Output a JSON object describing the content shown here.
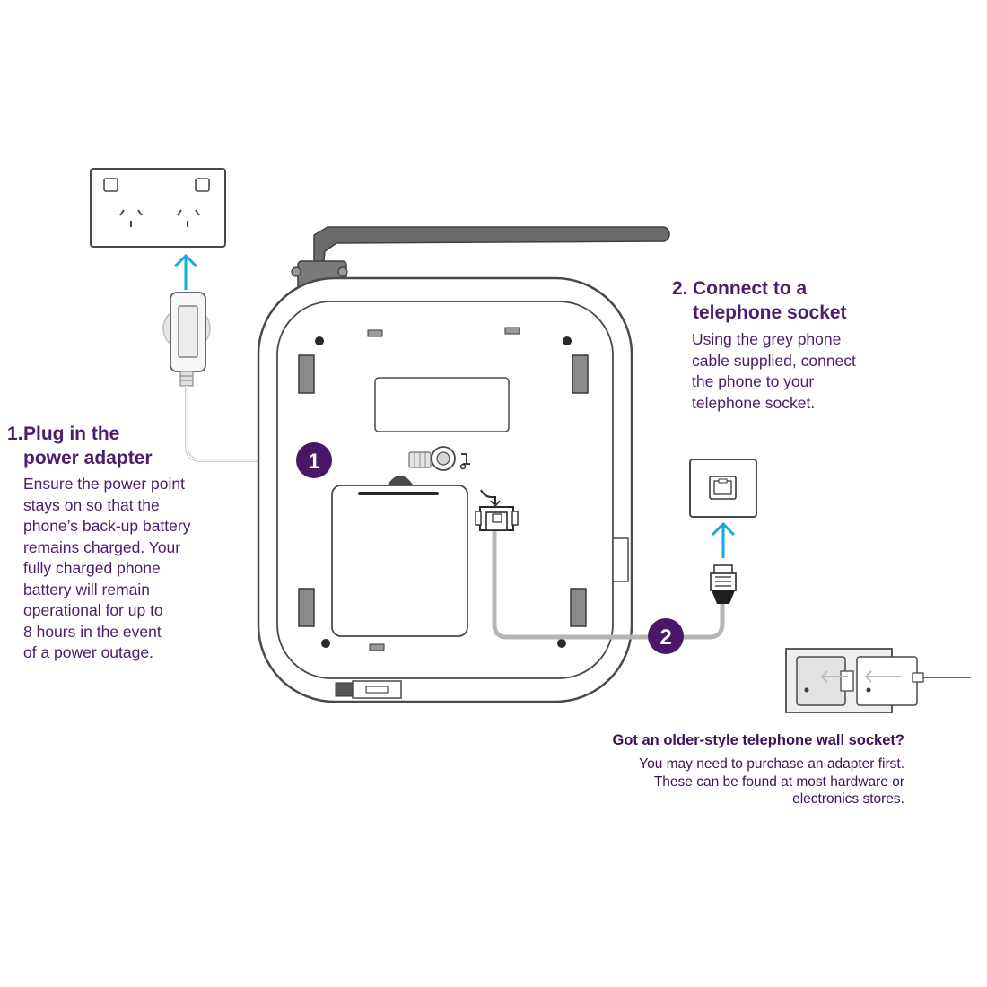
{
  "step1": {
    "number": "1",
    "heading_num": "1.",
    "heading_line1": "Plug in the",
    "heading_line2": "power adapter",
    "body_lines": [
      "Ensure the power point",
      "stays on so that the",
      "phone’s back-up battery",
      "remains charged. Your",
      "fully charged phone",
      "battery will remain",
      "operational for up to",
      "8 hours in the event",
      "of a power outage."
    ]
  },
  "step2": {
    "number": "2",
    "heading_num": "2.",
    "heading_line1": "Connect to a",
    "heading_line2": "telephone socket",
    "body_lines": [
      "Using the grey phone",
      "cable supplied, connect",
      "the phone to your",
      "telephone socket."
    ]
  },
  "older_socket": {
    "title": "Got an older-style telephone wall socket?",
    "body_lines": [
      "You may need to purchase an adapter first.",
      "These can be found at most hardware or",
      "electronics stores."
    ]
  },
  "colors": {
    "accent_purple": "#4b1d6b",
    "badge_purple": "#4a1768",
    "arrow_blue": "#1aa7e0",
    "outline_dark": "#4a4a4a",
    "cable_grey": "#bdbdbd"
  },
  "icons": [
    "power-outlet-icon",
    "power-adapter-icon",
    "telephone-socket-icon",
    "phone-plug-icon",
    "wall-socket-adapter-icon",
    "antenna-icon",
    "up-arrow-icon"
  ]
}
